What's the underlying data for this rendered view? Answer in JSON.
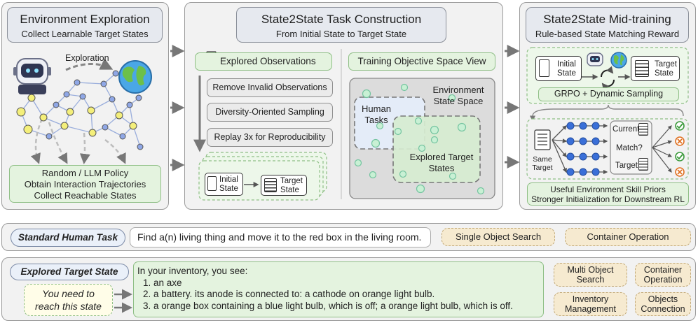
{
  "panel1": {
    "title": "Environment Exploration",
    "subtitle": "Collect Learnable Target States",
    "exploration_label": "Exploration",
    "policy_lines": [
      "Random / LLM Policy",
      "Obtain Interaction Trajectories",
      "Collect Reachable States"
    ],
    "icons": [
      "robot-icon",
      "globe-icon"
    ]
  },
  "panel2": {
    "title": "State2State Task Construction",
    "subtitle": "From Initial State to Target State",
    "explored_observations": "Explored Observations",
    "steps": [
      "Remove Invalid Observations",
      "Diversity-Oriented Sampling",
      "Replay 3x for Reproducibility"
    ],
    "initial_state": "Initial State",
    "target_state": "Target State",
    "objective_view": "Training Objective Space View",
    "env_space": "Environment State Space",
    "human_tasks": "Human Tasks",
    "explored_targets": "Explored Target States"
  },
  "panel3": {
    "title": "State2State Mid-training",
    "subtitle": "Rule-based State Matching Reward",
    "initial_state": "Initial State",
    "target_state": "Target State",
    "grpo": "GRPO + Dynamic Sampling",
    "same_target": "Same Target",
    "current": "Current",
    "match": "Match?",
    "target": "Target",
    "priors_lines": [
      "Useful Environment Skill Priors",
      "Stronger Initialization for Downstream RL"
    ],
    "outcomes": [
      "check",
      "cross",
      "check",
      "cross"
    ],
    "colors": {
      "check": "#3a9a3a",
      "cross": "#e07020"
    }
  },
  "row1": {
    "tag": "Standard Human Task",
    "task": "Find a(n) living thing and move it to the red box in the living room.",
    "cats": [
      "Single Object Search",
      "Container Operation"
    ]
  },
  "row2": {
    "tag": "Explored Target State",
    "note_lines": [
      "You need to",
      "reach this state"
    ],
    "inventory": [
      "In your inventory, you see:",
      "1. an axe",
      "2. a battery. its anode is connected to: a cathode on orange light bulb.",
      "3. a orange box containing a blue light bulb, which is off; a orange light bulb, which is off."
    ],
    "cats": [
      [
        "Multi Object",
        "Search"
      ],
      [
        "Container",
        "Operation"
      ],
      [
        "Inventory",
        "Management"
      ],
      [
        "Objects",
        "Connection"
      ]
    ]
  },
  "colors": {
    "node_yellow": "#f4ef7a",
    "node_blue": "#8fa7e6",
    "node_green": "#c8f0d4",
    "blue_dot": "#3a6fd8",
    "panel_bg": "#f2f2f2",
    "green_bg": "#e4f3df",
    "tan_bg": "#f6ead0"
  }
}
